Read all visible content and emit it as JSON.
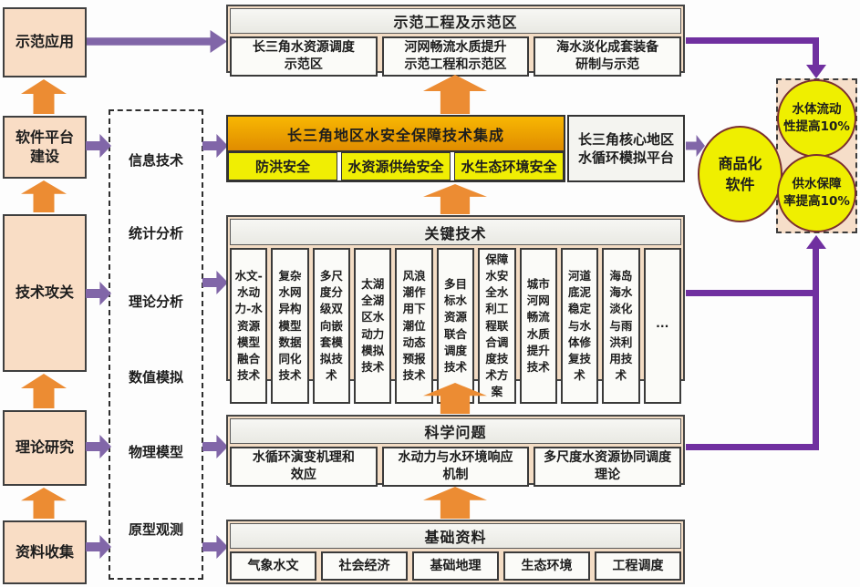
{
  "left_column": {
    "items": [
      {
        "label": "示范应用"
      },
      {
        "label": "软件平台\n建设"
      },
      {
        "label": "技术攻关"
      },
      {
        "label": "理论研究"
      },
      {
        "label": "资料收集"
      }
    ]
  },
  "methods_panel": {
    "items": [
      "信息技术",
      "统计分析",
      "理论分析",
      "数值模拟",
      "物理模型",
      "原型观测"
    ]
  },
  "sections": {
    "demo": {
      "title": "示范工程及示范区",
      "items": [
        "长三角水资源调度\n示范区",
        "河网畅流水质提升\n示范工程和示范区",
        "海水淡化成套装备\n研制与示范"
      ]
    },
    "integration": {
      "title": "长三角地区水安全保障技术集成",
      "items": [
        "防洪安全",
        "水资源供给安全",
        "水生态环境安全"
      ],
      "platform": "长三角核心地区\n水循环模拟平台"
    },
    "keytech": {
      "title": "关键技术",
      "items": [
        "水文-水动力-水资源模型融合技术",
        "复杂水网异构模型数据同化技术",
        "多尺度分级双向嵌套模拟技术",
        "太湖全湖区水动力模拟技术",
        "风浪潮作用下潮位动态预报技术",
        "多目标水资源联合调度技术",
        "保障水安全水利工程联合调度技术方案",
        "城市河网畅流水质提升技术",
        "河道底泥稳定与水体修复技术",
        "海岛海水淡化与雨洪利用技术",
        "···"
      ]
    },
    "science": {
      "title": "科学问题",
      "items": [
        "水循环演变机理和\n效应",
        "水动力与水环境响应\n机制",
        "多尺度水资源协同调度\n理论"
      ]
    },
    "data": {
      "title": "基础资料",
      "items": [
        "气象水文",
        "社会经济",
        "基础地理",
        "生态环境",
        "工程调度"
      ]
    }
  },
  "outputs": {
    "commercial": "商品化\n软件",
    "goal1": "水体流动\n性提高10%",
    "goal2": "供水保障\n率提高10%"
  },
  "colors": {
    "peach_box": "#f9ddc5",
    "orange_arrow": "#ec8c33",
    "purple_arrow": "#8166a8",
    "purple_line": "#7030a0",
    "integration_header": "#f0a202",
    "yellow_box": "#f0ee03",
    "circle_yellow": "#efef00",
    "section_fill": "#f3dcc4"
  }
}
